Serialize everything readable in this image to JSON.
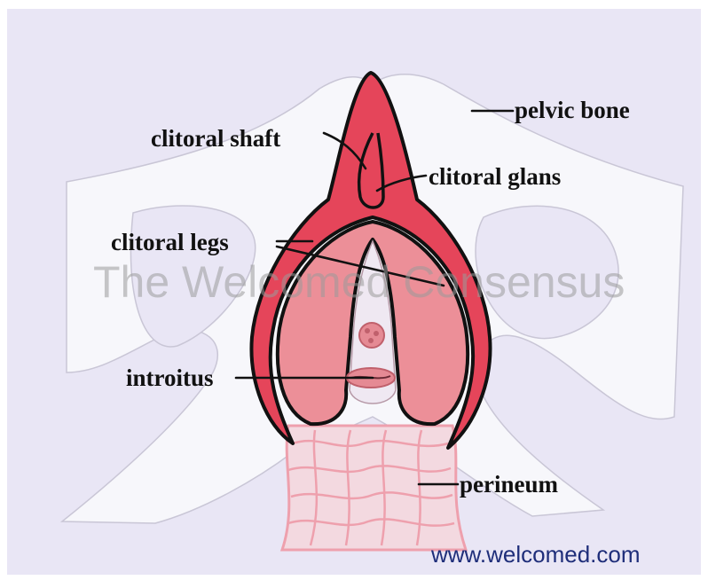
{
  "labels": {
    "pelvic_bone": "pelvic bone",
    "clitoral_shaft": "clitoral shaft",
    "clitoral_glans": "clitoral glans",
    "clitoral_legs": "clitoral legs",
    "introitus": "introitus",
    "perineum": "perineum"
  },
  "watermark": "The Welcomed Consensus",
  "website": "www.welcomed.com",
  "colors": {
    "background": "#e9e6f5",
    "bone": "#f7f7fb",
    "bone_outline": "#c9c6d6",
    "clitoris": "#e5455a",
    "bulbs": "#ec8f98",
    "perineum": "#eea0ad",
    "outline": "#111111"
  }
}
